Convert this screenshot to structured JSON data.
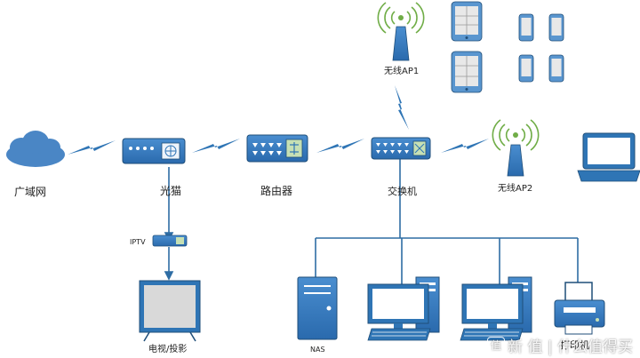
{
  "labels": {
    "wan": "广域网",
    "modem": "光猫",
    "router": "路由器",
    "switch": "交换机",
    "ap1": "无线AP1",
    "ap2": "无线AP2",
    "iptv": "IPTV",
    "tv": "电视/投影",
    "nas": "NAS",
    "printer": "打印机"
  },
  "watermark": {
    "badge": "值",
    "text": "新 值 | 什么值得买"
  },
  "colors": {
    "device_blue": "#2f75b5",
    "device_dark": "#1f4e79",
    "panel_green": "#c6e0b4",
    "cloud": "#4a86c5",
    "line": "#2e6da4",
    "screen_gray": "#d9d9d9"
  }
}
